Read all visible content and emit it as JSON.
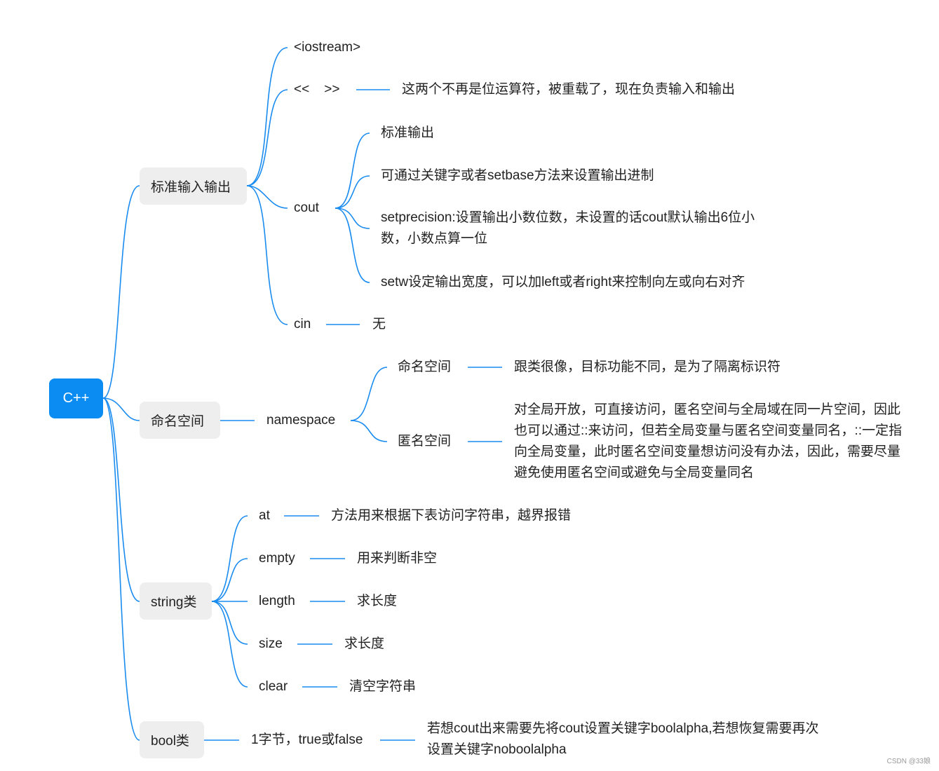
{
  "root": "C++",
  "branch_io": {
    "label": "标准输入输出",
    "iostream": "<iostream>",
    "shift_ops": "<<    >>",
    "shift_note": "这两个不再是位运算符，被重载了，现在负责输入和输出",
    "cout": "cout",
    "cout_items": [
      "标准输出",
      "可通过关键字或者setbase方法来设置输出进制",
      "setprecision:设置输出小数位数，未设置的话cout默认输出6位小数，小数点算一位",
      "setw设定输出宽度，可以加left或者right来控制向左或向右对齐"
    ],
    "cin": "cin",
    "cin_note": "无"
  },
  "branch_ns": {
    "label": "命名空间",
    "keyword": "namespace",
    "named": "命名空间",
    "named_note": "跟类很像，目标功能不同，是为了隔离标识符",
    "anon": "匿名空间",
    "anon_note": "对全局开放，可直接访问，匿名空间与全局域在同一片空间，因此也可以通过::来访问，但若全局变量与匿名空间变量同名，::一定指向全局变量，此时匿名空间变量想访问没有办法，因此，需要尽量避免使用匿名空间或避免与全局变量同名"
  },
  "branch_string": {
    "label": "string类",
    "methods": [
      {
        "name": "at",
        "note": "方法用来根据下表访问字符串，越界报错"
      },
      {
        "name": "empty",
        "note": "用来判断非空"
      },
      {
        "name": "length",
        "note": "求长度"
      },
      {
        "name": "size",
        "note": "求长度"
      },
      {
        "name": "clear",
        "note": "清空字符串"
      }
    ]
  },
  "branch_bool": {
    "label": "bool类",
    "size": "1字节，true或false",
    "note": "若想cout出来需要先将cout设置关键字boolalpha,若想恢复需要再次设置关键字noboolalpha"
  },
  "watermark": "CSDN @33娘",
  "colors": {
    "line": "#1a8cf0",
    "root": "#0b8cf3",
    "pill": "#eeeeee"
  }
}
